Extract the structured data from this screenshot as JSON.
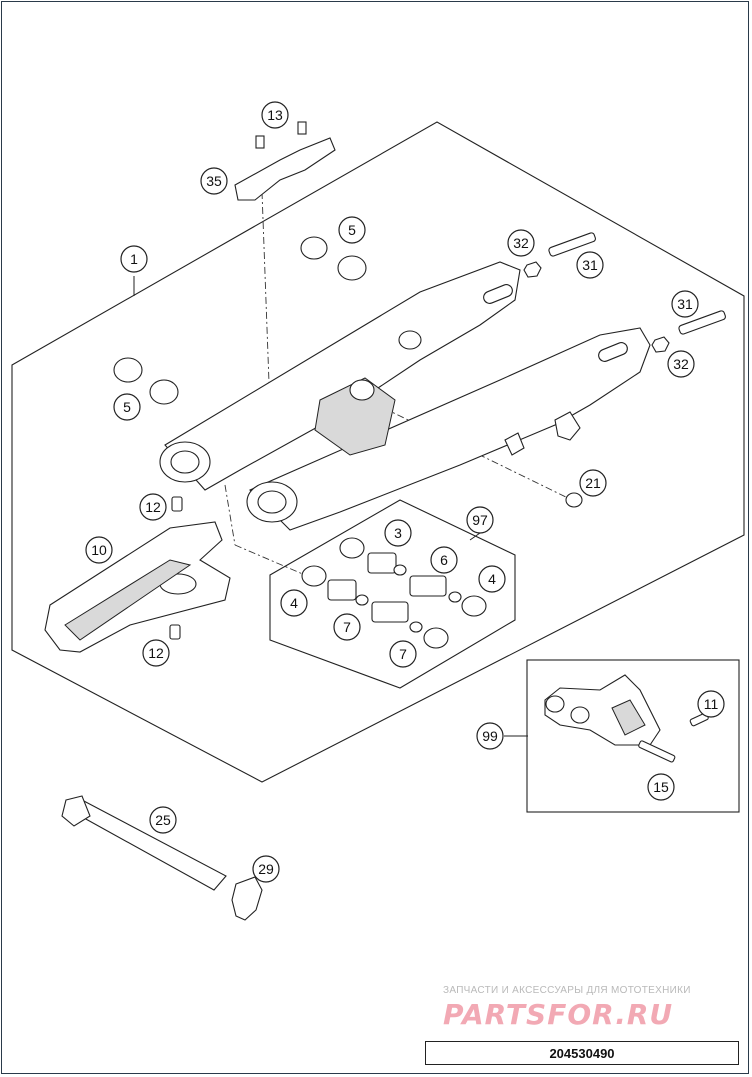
{
  "diagram": {
    "callouts": [
      {
        "id": "c1",
        "label": "1"
      },
      {
        "id": "c13",
        "label": "13"
      },
      {
        "id": "c35",
        "label": "35"
      },
      {
        "id": "c5a",
        "label": "5"
      },
      {
        "id": "c5b",
        "label": "5"
      },
      {
        "id": "c32a",
        "label": "32"
      },
      {
        "id": "c31a",
        "label": "31"
      },
      {
        "id": "c31b",
        "label": "31"
      },
      {
        "id": "c32b",
        "label": "32"
      },
      {
        "id": "c21",
        "label": "21"
      },
      {
        "id": "c12a",
        "label": "12"
      },
      {
        "id": "c10",
        "label": "10"
      },
      {
        "id": "c12b",
        "label": "12"
      },
      {
        "id": "c97",
        "label": "97"
      },
      {
        "id": "c3",
        "label": "3"
      },
      {
        "id": "c6",
        "label": "6"
      },
      {
        "id": "c4a",
        "label": "4"
      },
      {
        "id": "c4b",
        "label": "4"
      },
      {
        "id": "c7a",
        "label": "7"
      },
      {
        "id": "c7b",
        "label": "7"
      },
      {
        "id": "c99",
        "label": "99"
      },
      {
        "id": "c11",
        "label": "11"
      },
      {
        "id": "c15",
        "label": "15"
      },
      {
        "id": "c25",
        "label": "25"
      },
      {
        "id": "c29",
        "label": "29"
      }
    ]
  },
  "watermark": {
    "subtitle": "ЗАПЧАСТИ И АКСЕССУАРЫ ДЛЯ МОТОТЕХНИКИ",
    "logo": "PARTSFOR.RU"
  },
  "document_number": "204530490"
}
